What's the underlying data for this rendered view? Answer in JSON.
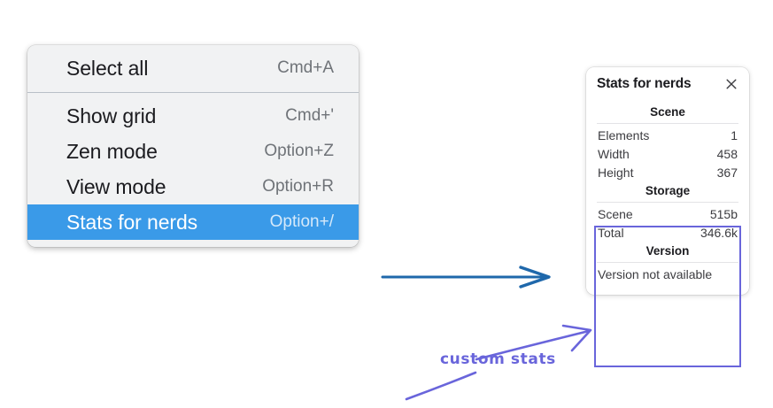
{
  "context_menu": {
    "groups": [
      {
        "items": [
          {
            "label": "Select all",
            "shortcut": "Cmd+A",
            "selected": false
          }
        ]
      },
      {
        "items": [
          {
            "label": "Show grid",
            "shortcut": "Cmd+'",
            "selected": false
          },
          {
            "label": "Zen mode",
            "shortcut": "Option+Z",
            "selected": false
          },
          {
            "label": "View mode",
            "shortcut": "Option+R",
            "selected": false
          },
          {
            "label": "Stats for nerds",
            "shortcut": "Option+/",
            "selected": true
          }
        ]
      }
    ],
    "highlight_color": "#3a9ae8",
    "background_color": "#f1f2f3"
  },
  "stats_panel": {
    "title": "Stats for nerds",
    "close_icon": "close-icon",
    "sections": [
      {
        "heading": "Scene",
        "rows": [
          {
            "label": "Elements",
            "value": "1"
          },
          {
            "label": "Width",
            "value": "458"
          },
          {
            "label": "Height",
            "value": "367"
          }
        ]
      },
      {
        "heading": "Storage",
        "rows": [
          {
            "label": "Scene",
            "value": "515b"
          },
          {
            "label": "Total",
            "value": "346.6k"
          }
        ]
      },
      {
        "heading": "Version",
        "note": "Version not available"
      }
    ]
  },
  "annotations": {
    "custom_stats_label": "custom stats",
    "purple_color": "#6965db",
    "blue_color": "#1f68ab"
  }
}
